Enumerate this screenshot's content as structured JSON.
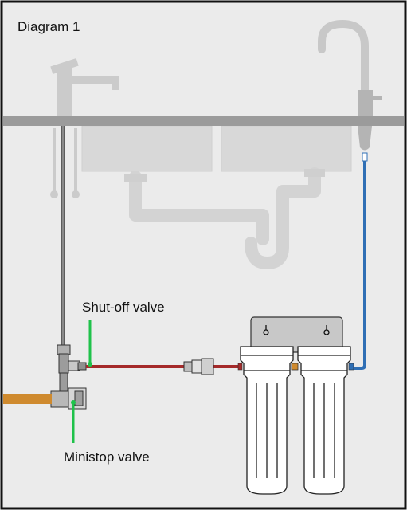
{
  "title": "Diagram 1",
  "labels": {
    "shutoff": "Shut-off valve",
    "ministop": "Ministop valve"
  },
  "colors": {
    "background": "#ebebeb",
    "border": "#111111",
    "counter": "#9b9b9b",
    "ghost": "#d6d6d6",
    "sink_faucet_ghost": "#c8c8c8",
    "feed_pipe": "#cf8a2e",
    "filtered_line": "#2f6fb5",
    "unfiltered_line": "#a52a2a",
    "callout": "#1fc24a",
    "hose": "#6b6b6b",
    "filter_housing": "#ffffff"
  },
  "icons": {
    "filter": "water-filter-icon",
    "valve": "valve-icon",
    "faucet": "faucet-icon"
  }
}
